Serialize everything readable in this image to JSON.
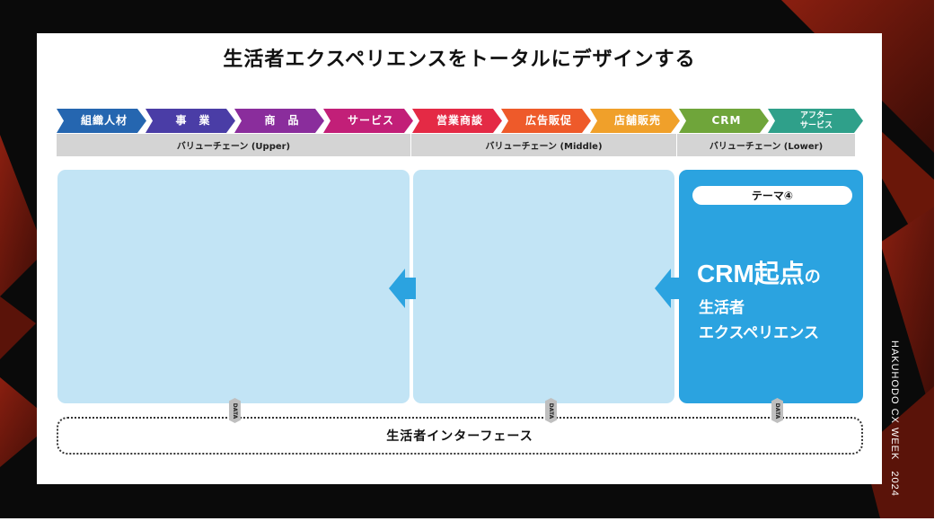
{
  "headline": "生活者エクスペリエンスをトータルにデザインする",
  "value_chain_stages": [
    {
      "label": "組織人材",
      "color": "#2566b0"
    },
    {
      "label": "事　業",
      "color": "#4a3da6"
    },
    {
      "label": "商　品",
      "color": "#8a2d9c"
    },
    {
      "label": "サービス",
      "color": "#c21f78"
    },
    {
      "label": "営業商談",
      "color": "#e42a45"
    },
    {
      "label": "広告販促",
      "color": "#ee5a2a"
    },
    {
      "label": "店舗販売",
      "color": "#f0a02a"
    },
    {
      "label": "CRM",
      "color": "#6fa53a"
    },
    {
      "label": "アフター\nサービス",
      "color": "#2fa08a"
    }
  ],
  "value_chain_groups": [
    {
      "label": "バリューチェーン (Upper)"
    },
    {
      "label": "バリューチェーン (Middle)"
    },
    {
      "label": "バリューチェーン (Lower)"
    }
  ],
  "theme_label": "テーマ④",
  "crm_heading": {
    "main": "CRM起点",
    "particle": "の"
  },
  "crm_lines": [
    "生活者",
    "エクスペリエンス"
  ],
  "data_tag": "DATA",
  "interface_label": "生活者インターフェース",
  "side_text": "HAKUHODO CX WEEK　2024",
  "colors": {
    "accent_blue": "#2ba3e0",
    "light_blue": "#c2e4f5",
    "bar_gray": "#d4d4d4"
  }
}
